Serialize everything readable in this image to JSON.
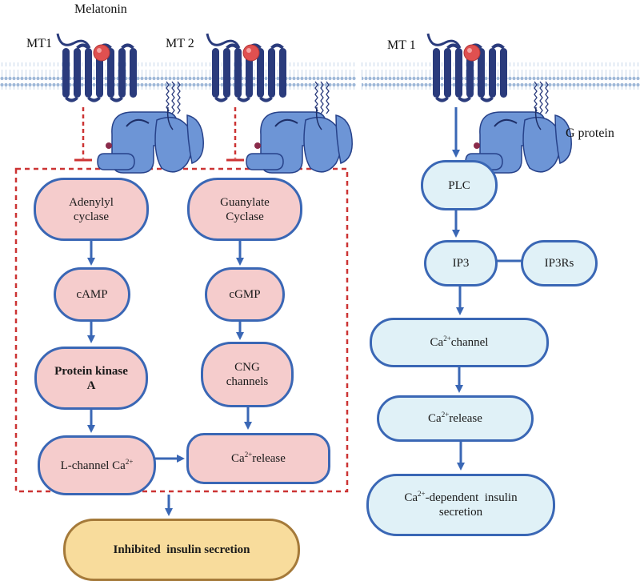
{
  "labels": {
    "melatonin": "Melatonin",
    "mt1_left": "MT1",
    "mt2": "MT 2",
    "mt1_right": "MT 1",
    "g_protein": "G protein"
  },
  "left_pathway": {
    "adenylyl_cyclase": "Adenylyl\ncyclase",
    "camp": "cAMP",
    "protein_kinase_a": "Protein kinase\nA",
    "l_channel": "L-channel Ca",
    "l_channel_sup": "2+",
    "guanylate_cyclase": "Guanylate\nCyclase",
    "cgmp": "cGMP",
    "cng_channels": "CNG\nchannels",
    "ca_release_pre": "Ca",
    "ca_release_sup": "2+",
    "ca_release_post": " release"
  },
  "outcome": {
    "inhibited": "Inhibited  insulin secretion"
  },
  "right_pathway": {
    "plc": "PLC",
    "ip3": "IP3",
    "ip3rs": "IP3Rs",
    "ca_channel_pre": "Ca",
    "ca_channel_sup": "2+",
    "ca_channel_post": " channel",
    "ca_release_pre": "Ca",
    "ca_release_sup": "2+",
    "ca_release_post": " release",
    "dependent_pre": "Ca",
    "dependent_sup": "2+",
    "dependent_post": "-dependent  insulin",
    "dependent_line2": "secretion"
  },
  "colors": {
    "node_border": "#3a67b5",
    "pink_fill": "#f5cccc",
    "blue_fill": "#e0f1f7",
    "gold_fill": "#f8dc9c",
    "gold_border": "#a57a3a",
    "inhibit_red": "#cc3333",
    "receptor_navy": "#2a3b7c",
    "g_protein_blue": "#6d95d6",
    "melatonin_red": "#e05050",
    "membrane_blue": "#9fb8d8"
  }
}
